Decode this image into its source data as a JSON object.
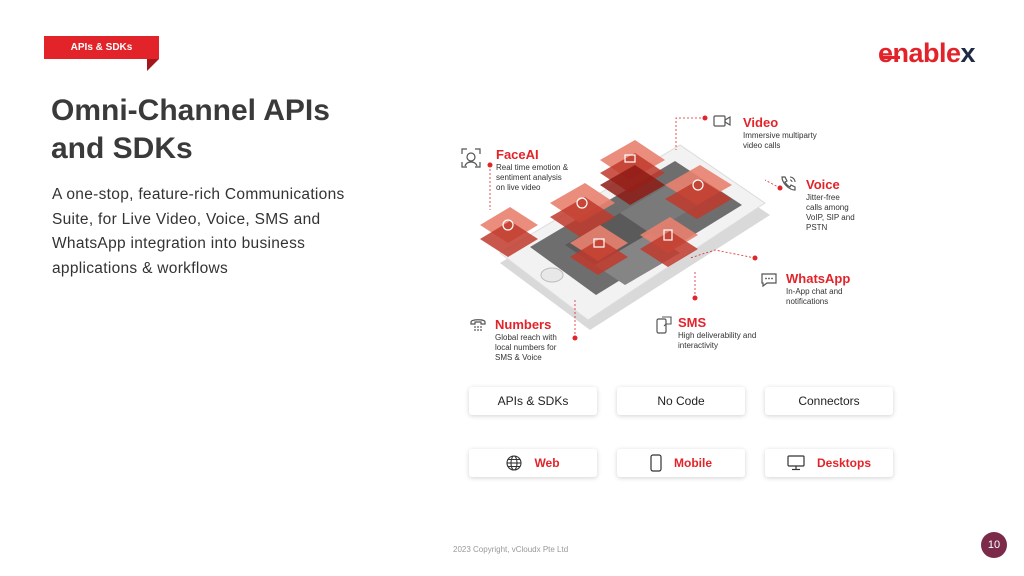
{
  "header": {
    "tag_label": "APIs & SDKs",
    "logo_text": "enable",
    "logo_x": "x"
  },
  "main": {
    "title_line1": "Omni-Channel APIs",
    "title_line2": "and SDKs",
    "description": "A one-stop, feature-rich Communications Suite, for Live Video, Voice, SMS and WhatsApp integration into business applications & workflows"
  },
  "features": {
    "video": {
      "title": "Video",
      "desc1": "Immersive multiparty",
      "desc2": "video calls"
    },
    "faceai": {
      "title": "FaceAI",
      "desc1": "Real time emotion &",
      "desc2": "sentiment analysis",
      "desc3": "on live video"
    },
    "voice": {
      "title": "Voice",
      "desc1": "Jitter-free",
      "desc2": "calls among",
      "desc3": "VoIP, SIP and",
      "desc4": "PSTN"
    },
    "whatsapp": {
      "title": "WhatsApp",
      "desc1": "In-App chat and",
      "desc2": "notifications"
    },
    "numbers": {
      "title": "Numbers",
      "desc1": "Global reach with",
      "desc2": "local numbers for",
      "desc3": "SMS & Voice"
    },
    "sms": {
      "title": "SMS",
      "desc1": "High deliverability and",
      "desc2": "interactivity"
    }
  },
  "buttons_row1": [
    {
      "label": "APIs & SDKs"
    },
    {
      "label": "No Code"
    },
    {
      "label": "Connectors"
    }
  ],
  "buttons_row2": [
    {
      "label": "Web",
      "icon": "globe-icon"
    },
    {
      "label": "Mobile",
      "icon": "mobile-icon"
    },
    {
      "label": "Desktops",
      "icon": "desktop-icon"
    }
  ],
  "footer": {
    "copyright": "2023 Copyright, vCloudx Pte Ltd",
    "page_number": "10"
  },
  "colors": {
    "accent": "#e2242a",
    "dark_red": "#a3161b",
    "page_badge": "#7b2a4a"
  }
}
